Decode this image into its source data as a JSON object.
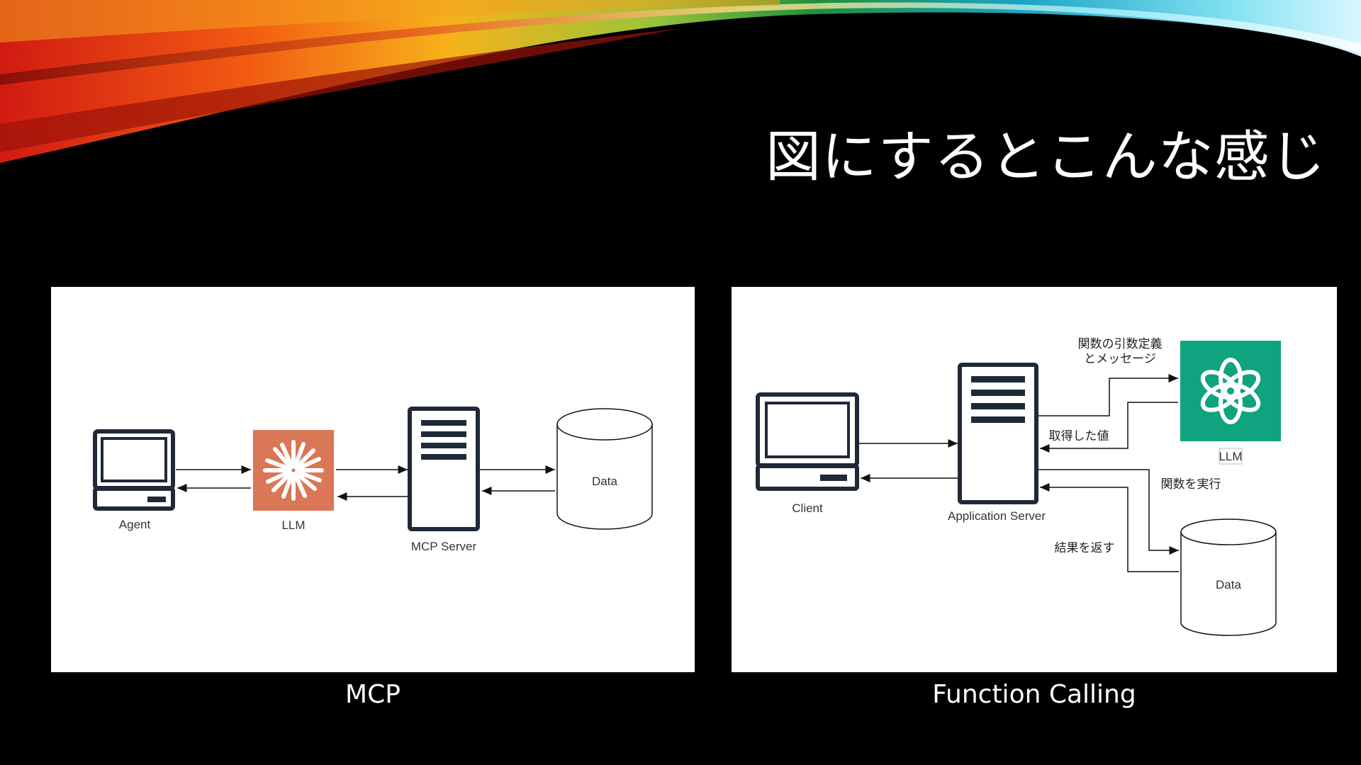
{
  "title": "図にするとこんな感じ",
  "mcp_diagram": {
    "caption": "MCP",
    "nodes": {
      "agent": "Agent",
      "llm": "LLM",
      "mcp_server": "MCP Server",
      "data": "Data"
    }
  },
  "fc_diagram": {
    "caption": "Function Calling",
    "nodes": {
      "client": "Client",
      "app_server": "Application Server",
      "llm": "LLM",
      "data": "Data"
    },
    "edge_labels": {
      "args_line1": "関数の引数定義",
      "args_line2": "とメッセージ",
      "obtained_value": "取得した値",
      "execute_function": "関数を実行",
      "return_result": "結果を返す"
    }
  },
  "colors": {
    "background": "#000000",
    "llm_claude": "#D97757",
    "llm_openai": "#10A37F",
    "node_stroke": "#1F2937"
  }
}
